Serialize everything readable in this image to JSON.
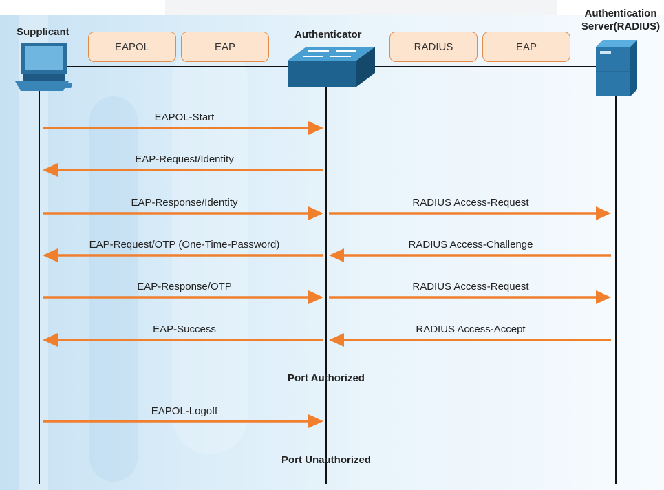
{
  "actors": {
    "supplicant": "Supplicant",
    "authenticator": "Authenticator",
    "server_line1": "Authentication",
    "server_line2": "Server(RADIUS)"
  },
  "protocols": {
    "left": [
      "EAPOL",
      "EAP"
    ],
    "right": [
      "RADIUS",
      "EAP"
    ]
  },
  "messages": [
    {
      "left": "EAPOL-Start",
      "left_dir": "right",
      "right": "",
      "right_dir": ""
    },
    {
      "left": "EAP-Request/Identity",
      "left_dir": "left",
      "right": "",
      "right_dir": ""
    },
    {
      "left": "EAP-Response/Identity",
      "left_dir": "right",
      "right": "RADIUS Access-Request",
      "right_dir": "right"
    },
    {
      "left": "EAP-Request/OTP (One-Time-Password)",
      "left_dir": "left",
      "right": "RADIUS Access-Challenge",
      "right_dir": "left"
    },
    {
      "left": "EAP-Response/OTP",
      "left_dir": "right",
      "right": "RADIUS Access-Request",
      "right_dir": "right"
    },
    {
      "left": "EAP-Success",
      "left_dir": "left",
      "right": "RADIUS Access-Accept",
      "right_dir": "left"
    },
    {
      "left": "EAPOL-Logoff",
      "left_dir": "right",
      "right": "",
      "right_dir": ""
    }
  ],
  "states": {
    "authorized": "Port Authorized",
    "unauthorized": "Port Unauthorized"
  },
  "colors": {
    "arrow": "#f07f2e",
    "proto_fill": "#fde4cf",
    "proto_border": "#e58b4a",
    "device": "#2a6f9c"
  }
}
